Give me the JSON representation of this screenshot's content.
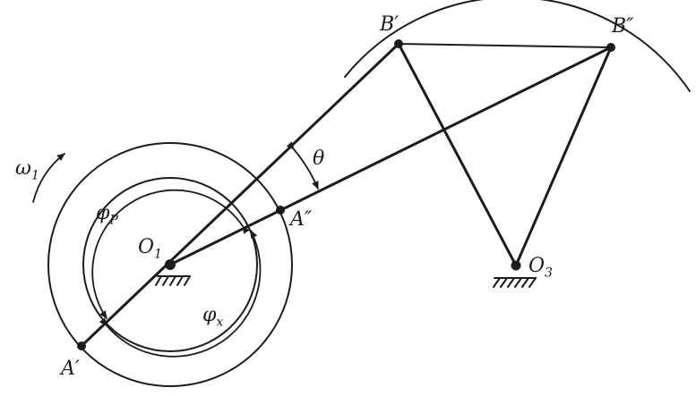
{
  "labels": {
    "B1": "B′",
    "B2": "B″",
    "A1": "A′",
    "A2": "A″",
    "O1": "O",
    "O1_sub": "1",
    "O3": "O",
    "O3_sub": "3",
    "theta": "θ",
    "omega": "ω",
    "omega_sub": "1",
    "phi_p": "φ",
    "phi_p_sub": "P",
    "phi_x": "φ",
    "phi_x_sub": "x"
  },
  "colors": {
    "ink": "#1c1c1c",
    "background": "#ffffff"
  }
}
